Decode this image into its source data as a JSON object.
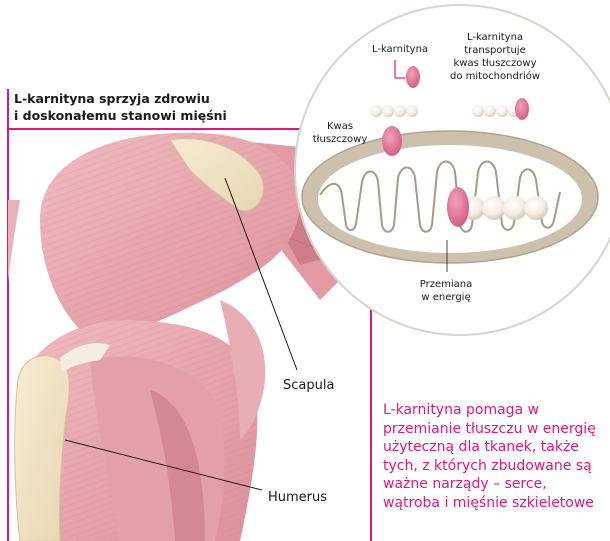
{
  "box_title": "L-karnityna sprzyja zdrowiu i doskonałemu stanowi mięśni",
  "box_title_line1": "L-karnityna sprzyja zdrowiu",
  "box_title_line2": "i doskonałemu stanowi mięśni",
  "labels": {
    "scapula": "Scapula",
    "humerus": "Humerus",
    "l_karnityna": "L-karnityna",
    "kwas_line1": "Kwas",
    "kwas_line2": "tłuszczowy",
    "transport_line1": "L-karnityna",
    "transport_line2": "transportuje",
    "transport_line3": "kwas tłuszczowy",
    "transport_line4": "do mitochondriów",
    "przemiana_line1": "Przemiana",
    "przemiana_line2": "w energię"
  },
  "description": "L-karnityna pomaga w przemianie tłuszczu w energię użyteczną dla tkanek, także tych, z których zbudowane są ważne narządy – serce, wątroba i mięśnie szkieletowe",
  "colors": {
    "accent": "#e4157b",
    "muscle": "#e8a6ae",
    "muscle_dark": "#c9747f",
    "bone": "#f0e4c6",
    "mito_membrane": "#a89a86",
    "carnitine": "#d9668a"
  }
}
